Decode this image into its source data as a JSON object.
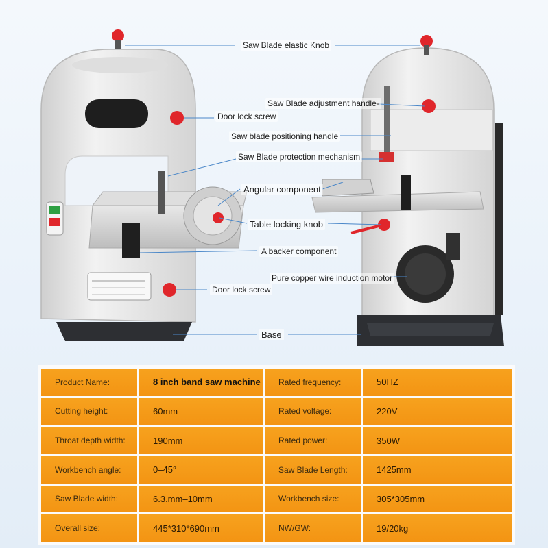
{
  "callouts": {
    "saw_blade_elastic_knob": "Saw Blade elastic Knob",
    "saw_blade_adjustment_handle": "Saw Blade adjustment handle-",
    "door_lock_screw_top": "Door lock screw",
    "saw_blade_positioning_handle": "Saw blade positioning handle",
    "saw_blade_protection_mechanism": "Saw Blade protection mechanism",
    "angular_component": "Angular component",
    "table_locking_knob": "Table locking knob",
    "backer_component": "A backer component",
    "pure_copper_motor": "Pure copper wire induction motor",
    "door_lock_screw_bottom": "Door lock screw",
    "base": "Base"
  },
  "colors": {
    "machine_body": "#e6e6e6",
    "knob_red": "#e0262b",
    "base_dark": "#2d2f33",
    "table_cell": "#f39a16"
  },
  "specs": {
    "rows": [
      {
        "label1": "Product Name:",
        "value1": "8 inch band saw machine",
        "label2": "Rated frequency:",
        "value2": "50HZ"
      },
      {
        "label1": "Cutting height:",
        "value1": "60mm",
        "label2": "Rated voltage:",
        "value2": "220V"
      },
      {
        "label1": "Throat depth width:",
        "value1": "190mm",
        "label2": "Rated power:",
        "value2": "350W"
      },
      {
        "label1": "Workbench angle:",
        "value1": "0–45°",
        "label2": "Saw Blade Length:",
        "value2": "1425mm"
      },
      {
        "label1": "Saw Blade width:",
        "value1": "6.3.mm–10mm",
        "label2": "Workbench size:",
        "value2": "305*305mm"
      },
      {
        "label1": "Overall size:",
        "value1": "445*310*690mm",
        "label2": "NW/GW:",
        "value2": "19/20kg"
      }
    ]
  }
}
